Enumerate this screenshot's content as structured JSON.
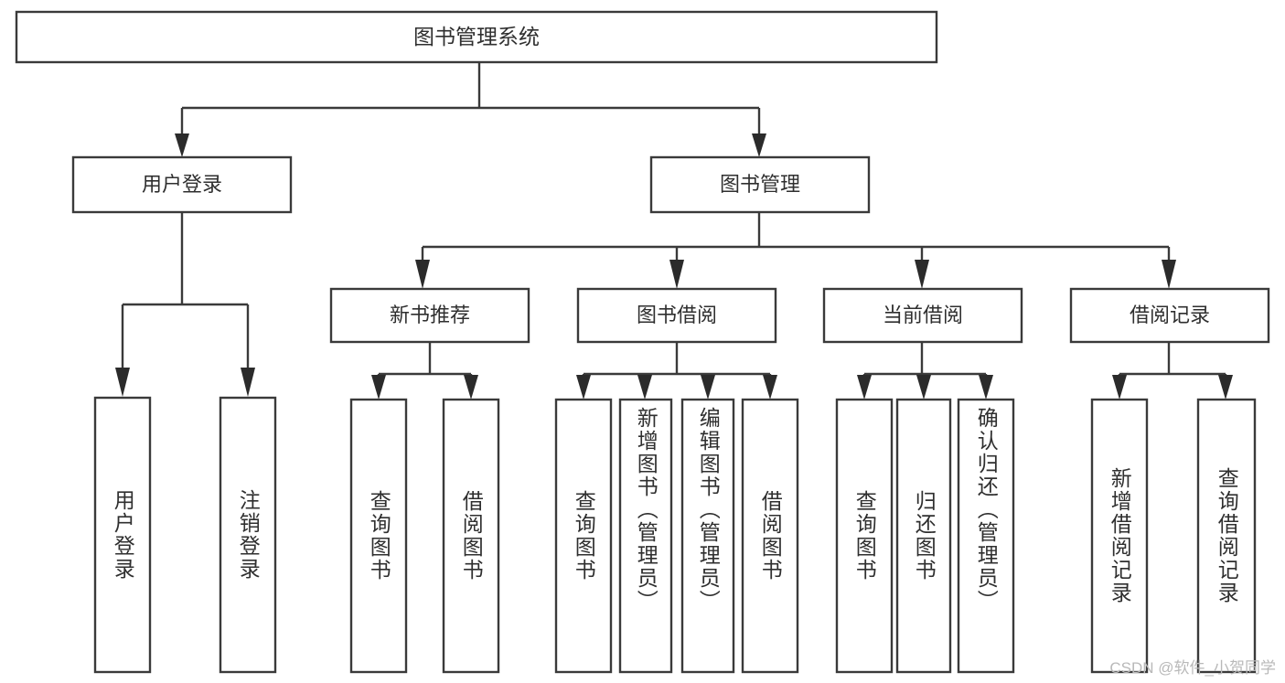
{
  "diagram": {
    "type": "tree-hierarchy",
    "title_node": {
      "label": "图书管理系统"
    },
    "level2": [
      {
        "label": "用户登录"
      },
      {
        "label": "图书管理"
      }
    ],
    "level3": [
      {
        "label": "新书推荐"
      },
      {
        "label": "图书借阅"
      },
      {
        "label": "当前借阅"
      },
      {
        "label": "借阅记录"
      }
    ],
    "leaves": {
      "user_login": [
        {
          "label": "用户登录"
        },
        {
          "label": "注销登录"
        }
      ],
      "new_book_recommend": [
        {
          "label": "查询图书"
        },
        {
          "label": "借阅图书"
        }
      ],
      "book_borrow": [
        {
          "label": "查询图书"
        },
        {
          "label": "新增图书（管理员）"
        },
        {
          "label": "编辑图书（管理员）"
        },
        {
          "label": "借阅图书"
        }
      ],
      "current_borrow": [
        {
          "label": "查询图书"
        },
        {
          "label": "归还图书"
        },
        {
          "label": "确认归还（管理员）"
        }
      ],
      "borrow_record": [
        {
          "label": "新增借阅记录"
        },
        {
          "label": "查询借阅记录"
        }
      ]
    }
  },
  "watermark": {
    "text": "CSDN @软件_小贺同学"
  },
  "colors": {
    "background": "#ffffff",
    "box_stroke": "#3a3a3a",
    "text": "#2f2f2f",
    "watermark": "#b9b9b9"
  }
}
